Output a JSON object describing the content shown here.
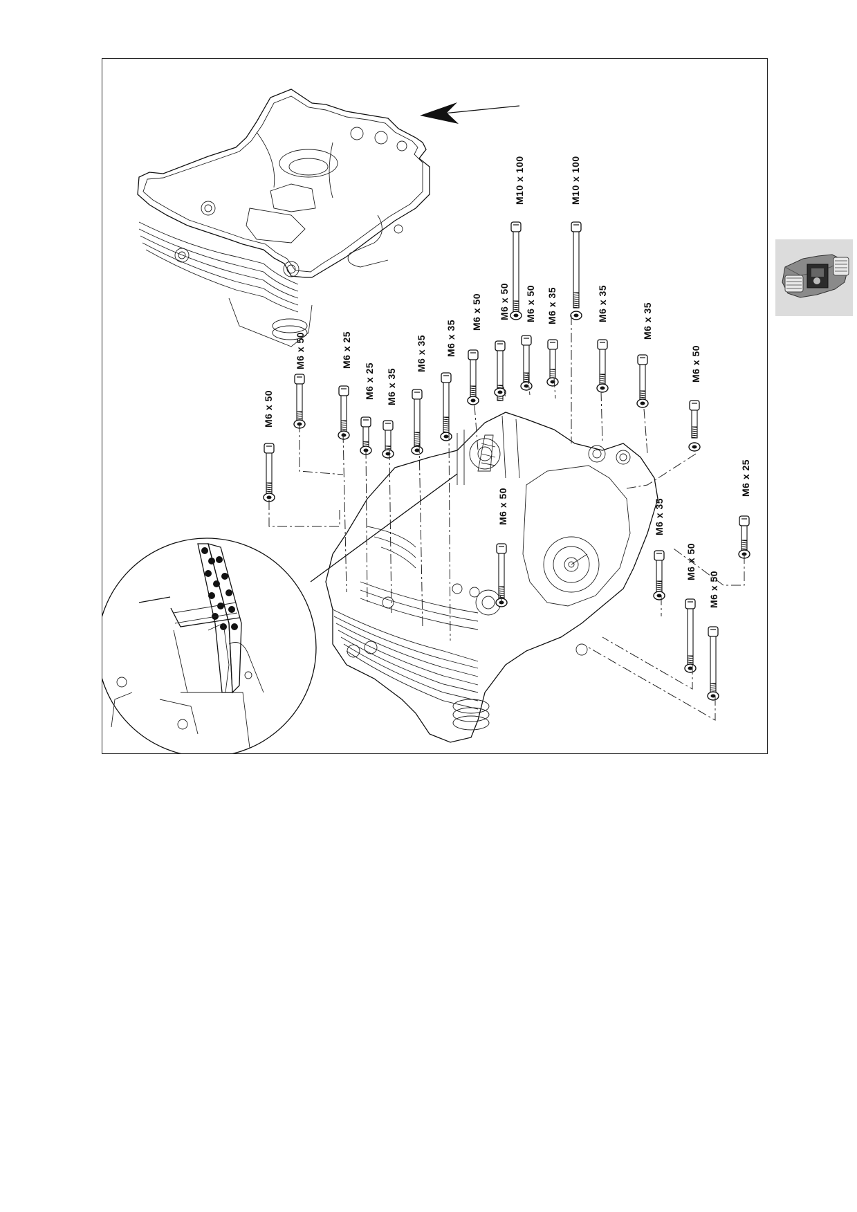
{
  "figure": {
    "bolt_labels": [
      {
        "id": "b1",
        "text": "M6 x 50"
      },
      {
        "id": "b2",
        "text": "M6 x 50"
      },
      {
        "id": "b3",
        "text": "M6 x 25"
      },
      {
        "id": "b4",
        "text": "M6 x 25"
      },
      {
        "id": "b5",
        "text": "M6 x 35"
      },
      {
        "id": "b6",
        "text": "M6 x 35"
      },
      {
        "id": "b7",
        "text": "M6 x 35"
      },
      {
        "id": "b8",
        "text": "M6 x 50"
      },
      {
        "id": "b9",
        "text": "M6 x 50"
      },
      {
        "id": "b10",
        "text": "M6 x 50"
      },
      {
        "id": "b11",
        "text": "M10 x 100"
      },
      {
        "id": "b12",
        "text": "M6 x 35"
      },
      {
        "id": "b13",
        "text": "M10 x 100"
      },
      {
        "id": "b14",
        "text": "M6 x 35"
      },
      {
        "id": "b15",
        "text": "M6 x 35"
      },
      {
        "id": "b16",
        "text": "M6 x 50"
      },
      {
        "id": "b17",
        "text": "M6 x 50"
      },
      {
        "id": "b18",
        "text": "M6 x 35"
      },
      {
        "id": "b19",
        "text": "M6 x 25"
      },
      {
        "id": "b20",
        "text": "M6 x 50"
      },
      {
        "id": "b21",
        "text": "M6 x 50"
      }
    ]
  },
  "thumbnail": {
    "icon": "engine-thumbnail-icon"
  },
  "colors": {
    "line": "#111111",
    "thumb_bg": "#dcdcdc"
  }
}
